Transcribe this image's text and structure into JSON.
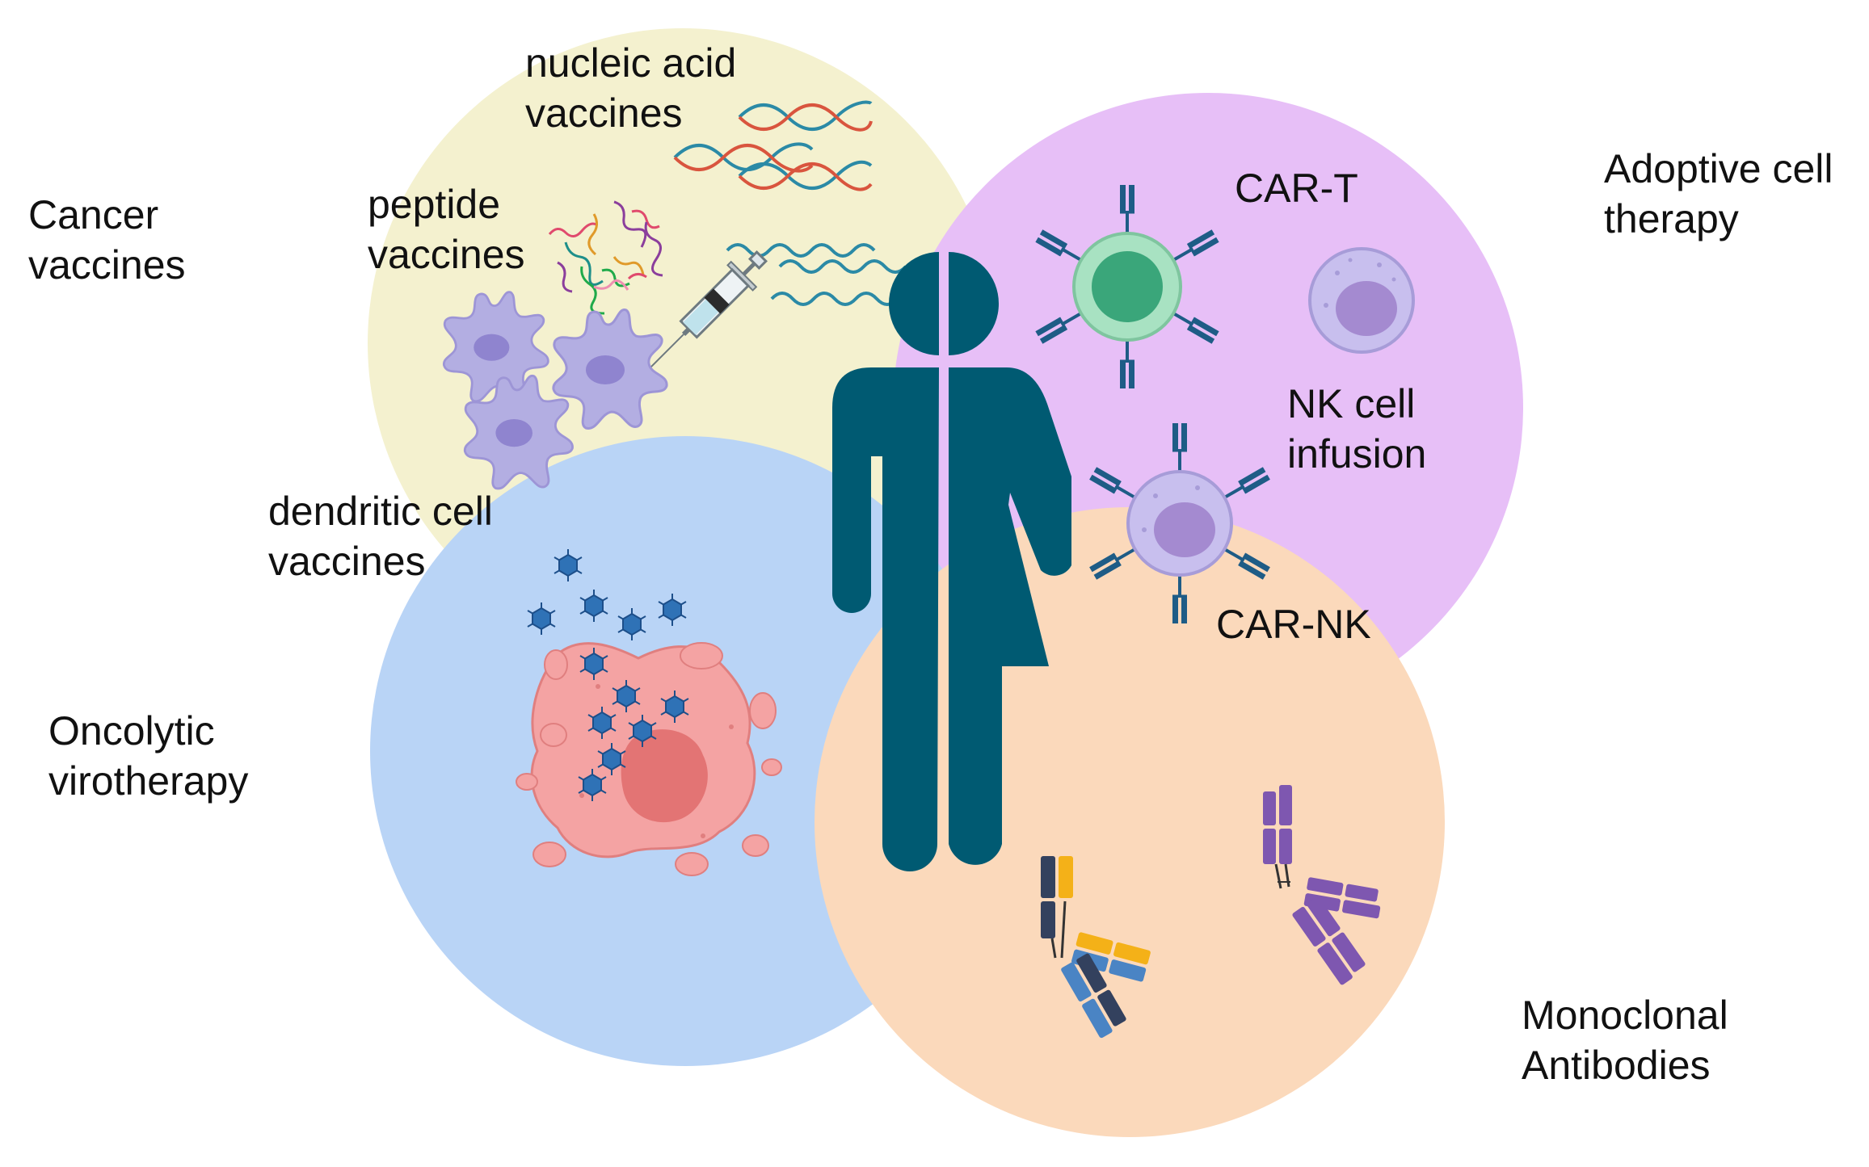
{
  "colors": {
    "cancer_vaccines_circle": "#f4f1cf",
    "adoptive_cell_circle": "#e7bff7",
    "oncolytic_circle": "#b9d4f6",
    "antibodies_circle": "#fbd9bb",
    "human_figure": "#005a72",
    "dendritic_cell": "#b3aee2",
    "car_t_cell": "#a8e2c2",
    "nk_cell": "#c8bfee",
    "receptor": "#1e5c86",
    "virus": "#2f72b6",
    "tumor": "#f4a3a3",
    "antibody_purple": "#7e57b0",
    "antibody_dark": "#33415e",
    "antibody_yellow": "#f4b118",
    "antibody_blue": "#4a84c4"
  },
  "groups": {
    "cancer_vaccines": "Cancer\nvaccines",
    "adoptive_cell_therapy": "Adoptive cell\ntherapy",
    "oncolytic_virotherapy": "Oncolytic\nvirotherapy",
    "monoclonal_antibodies": "Monoclonal\nAntibodies"
  },
  "items": {
    "nucleic_acid_vaccines": "nucleic acid\nvaccines",
    "peptide_vaccines": "peptide\nvaccines",
    "dendritic_cell_vaccines": "dendritic cell\nvaccines",
    "car_t": "CAR-T",
    "nk_cell_infusion": "NK cell\ninfusion",
    "car_nk": "CAR-NK"
  },
  "icons": [
    "dna-icon",
    "mrna-icon",
    "peptide-icon",
    "syringe-icon",
    "dendritic-cell-icon",
    "car-t-cell-icon",
    "nk-cell-icon",
    "car-nk-cell-icon",
    "virus-icon",
    "tumor-icon",
    "antibody-icon",
    "human-figure-icon"
  ]
}
